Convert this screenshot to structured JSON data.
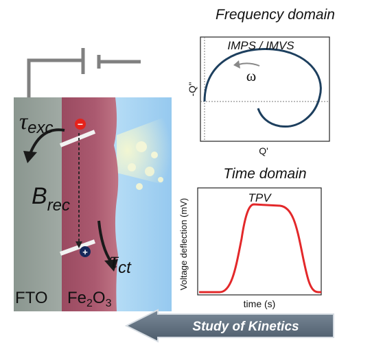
{
  "device": {
    "layers": [
      "FTO",
      "Fe2O3"
    ],
    "labels": {
      "tau_exc": "τ",
      "tau_exc_sub": "exc",
      "b_rec": "B",
      "b_rec_sub": "rec",
      "tau_ct": "τ",
      "tau_ct_sub": "ct",
      "fto": "FTO",
      "fe": "Fe",
      "fe_sub": "2",
      "fe_rest": "O",
      "fe_sub2": "3"
    },
    "carriers": {
      "electron": "−",
      "hole": "+"
    }
  },
  "frequency_panel": {
    "title": "Frequency domain",
    "plot_label": "IMPS / IMVS",
    "omega": "ω",
    "y_axis": "-Q''",
    "x_axis": "Q'"
  },
  "time_panel": {
    "title": "Time domain",
    "plot_label": "TPV",
    "y_axis": "Voltage deflection (mV)",
    "x_axis": "time (s)"
  },
  "arrow_banner": {
    "label": "Study of Kinetics"
  },
  "colors": {
    "fto": "#8e9a93",
    "fe2o3": "#a7546a",
    "electrolyte": "#a9d3f2",
    "spiral": "#1d3f5e",
    "tpv_curve": "#e3282a",
    "banner_arrow": "#5d6e7f"
  }
}
